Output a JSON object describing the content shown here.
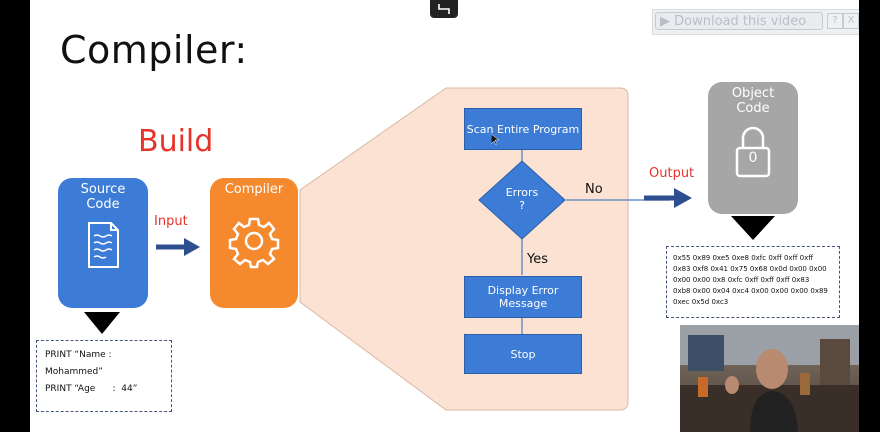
{
  "slide": {
    "title": "Compiler:",
    "build_label": "Build",
    "source_card": {
      "title_line1": "Source",
      "title_line2": "Code"
    },
    "input_label": "Input",
    "compiler_card": {
      "title": "Compiler"
    },
    "source_code_lines": [
      "PRINT “Name : Mohammed”",
      "PRINT “Age      :  44”"
    ],
    "flowchart": {
      "scan": "Scan Entire Program",
      "decision_line1": "Errors",
      "decision_line2": "?",
      "no_label": "No",
      "yes_label": "Yes",
      "display_error_line1": "Display Error",
      "display_error_line2": "Message",
      "stop": "Stop"
    },
    "output_label": "Output",
    "object_card": {
      "title_line1": "Object",
      "title_line2": "Code",
      "lock_digit": "0"
    },
    "object_code_lines": [
      "0x55 0x89 0xe5 0xe8 0xfc 0xff 0xff 0xff",
      "0x83 0xf8 0x41 0x75 0x68 0x0d 0x00 0x00",
      "0x00 0x00 0x8 0xfc 0xff 0xff 0xff 0x83",
      "0xb8 0x00 0x04 0xc4 0x00 0x00 0x00 0x89",
      "0xec 0x5d 0xc3"
    ]
  },
  "overlay": {
    "download_button": "Download this video",
    "help_button": "?",
    "close_button": "X"
  },
  "colors": {
    "blue": "#3c7bd6",
    "orange": "#f4892e",
    "red": "#e8332a",
    "peach": "#fbe2d3",
    "gray": "#a6a6a6"
  },
  "icons": [
    "document-icon",
    "gear-icon",
    "lock-icon",
    "exit-fullscreen-icon",
    "play-icon"
  ]
}
